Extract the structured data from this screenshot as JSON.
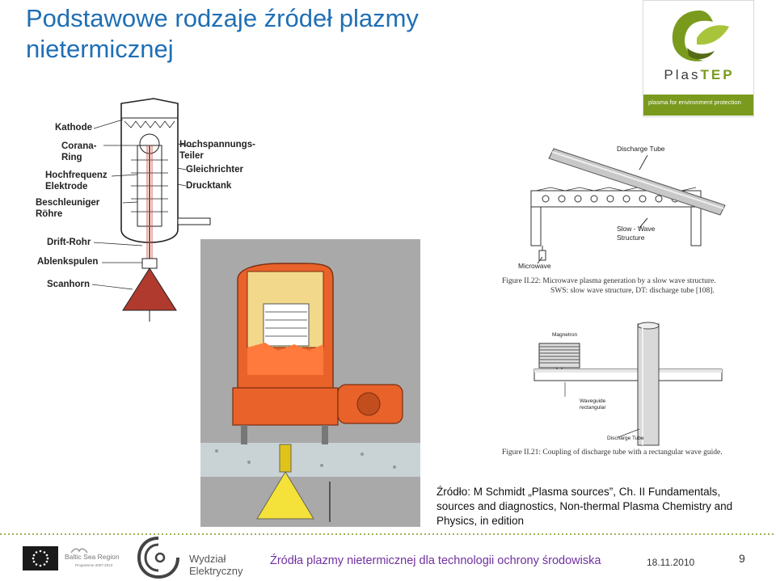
{
  "slide": {
    "title_line1": "Podstawowe rodzaje źródeł plazmy",
    "title_line2": "nietermicznej"
  },
  "logo": {
    "name_a": "Plas",
    "name_b": "TEP",
    "tagline": "plasma for environment protection"
  },
  "diagram_left": {
    "labels": {
      "kathode": "Kathode",
      "corona_1": "Corana-",
      "corona_2": "Ring",
      "hochfreq_1": "Hochfrequenz",
      "hochfreq_2": "Elektrode",
      "beschl_1": "Beschleuniger",
      "beschl_2": "Röhre",
      "drift": "Drift-Rohr",
      "ablenk": "Ablenkspulen",
      "scanhorn": "Scanhorn",
      "hochsp_1": "Hochspannungs-",
      "hochsp_2": "Teiler",
      "gleich": "Gleichrichter",
      "druck": "Drucktank"
    }
  },
  "figure_slow_wave": {
    "label_discharge_tube": "Discharge Tube",
    "label_slow_wave_1": "Slow - Wave",
    "label_slow_wave_2": "Structure",
    "label_microwave": "Microwave",
    "caption_1": "Figure II.22: Microwave plasma generation by a slow wave structure.",
    "caption_2": "SWS: slow wave structure, DT: discharge tube [108]."
  },
  "figure_waveguide": {
    "label_magnetron": "Magnetron",
    "label_waveguide_1": "Waveguide",
    "label_waveguide_2": "rectangular",
    "label_discharge_tube": "Discharge Tube",
    "caption": "Figure II.21: Coupling of discharge tube with a rectangular wave guide."
  },
  "source": {
    "line1": "Źródło: M Schmidt „Plasma sources”, Ch. II Fundamentals,",
    "line2": "sources and diagnostics, Non-thermal Plasma Chemistry and",
    "line3": "Physics, in edition"
  },
  "footer": {
    "baltic_label": "Baltic Sea Region",
    "baltic_sub": "Programme 2007-2013",
    "faculty_line1": "Wydział",
    "faculty_line2": "Elektryczny",
    "title": "Źródła plazmy nietermicznej dla technologii ochrony środowiska",
    "date": "18.11.2010",
    "page": "9"
  },
  "colors": {
    "title_blue": "#1f6fb5",
    "footer_purple": "#7030a0",
    "brand_green": "#7a9a1e",
    "diagram_red": "#c0392b",
    "tank_orange": "#e8622a"
  }
}
